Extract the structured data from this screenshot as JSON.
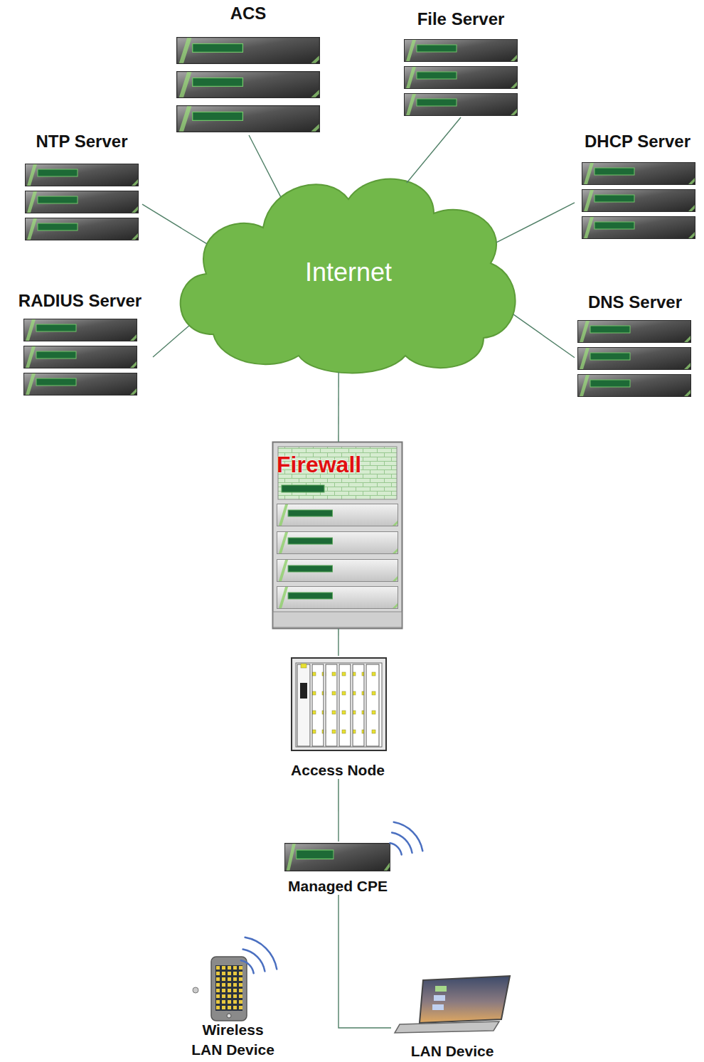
{
  "diagram": {
    "nodes": [
      {
        "text": [
          "ACS"
        ]
      },
      {
        "text": [
          "File Server"
        ]
      },
      {
        "text": [
          "NTP Server"
        ]
      },
      {
        "text": [
          "DHCP Server"
        ]
      },
      {
        "text": [
          "Internet"
        ]
      },
      {
        "text": [
          "RADIUS Server"
        ]
      },
      {
        "text": [
          "DNS Server"
        ]
      },
      {
        "text": [
          "Firewall"
        ]
      },
      {
        "text": [
          "Access Node"
        ]
      },
      {
        "text": [
          "Managed CPE"
        ]
      },
      {
        "text": [
          "Wireless LAN Device"
        ]
      },
      {
        "text": [
          "LAN Device"
        ]
      }
    ],
    "edges": [
      {
        "from": 0,
        "to": 4,
        "arrow": "none"
      },
      {
        "from": 1,
        "to": 4,
        "arrow": "none"
      },
      {
        "from": 2,
        "to": 4,
        "arrow": "none"
      },
      {
        "from": 3,
        "to": 4,
        "arrow": "none"
      },
      {
        "from": 5,
        "to": 4,
        "arrow": "none"
      },
      {
        "from": 6,
        "to": 4,
        "arrow": "none"
      },
      {
        "from": 4,
        "to": 7,
        "arrow": "none"
      },
      {
        "from": 7,
        "to": 8,
        "arrow": "none"
      },
      {
        "from": 8,
        "to": 9,
        "arrow": "none"
      },
      {
        "from": 9,
        "to": 11,
        "arrow": "none"
      }
    ]
  }
}
